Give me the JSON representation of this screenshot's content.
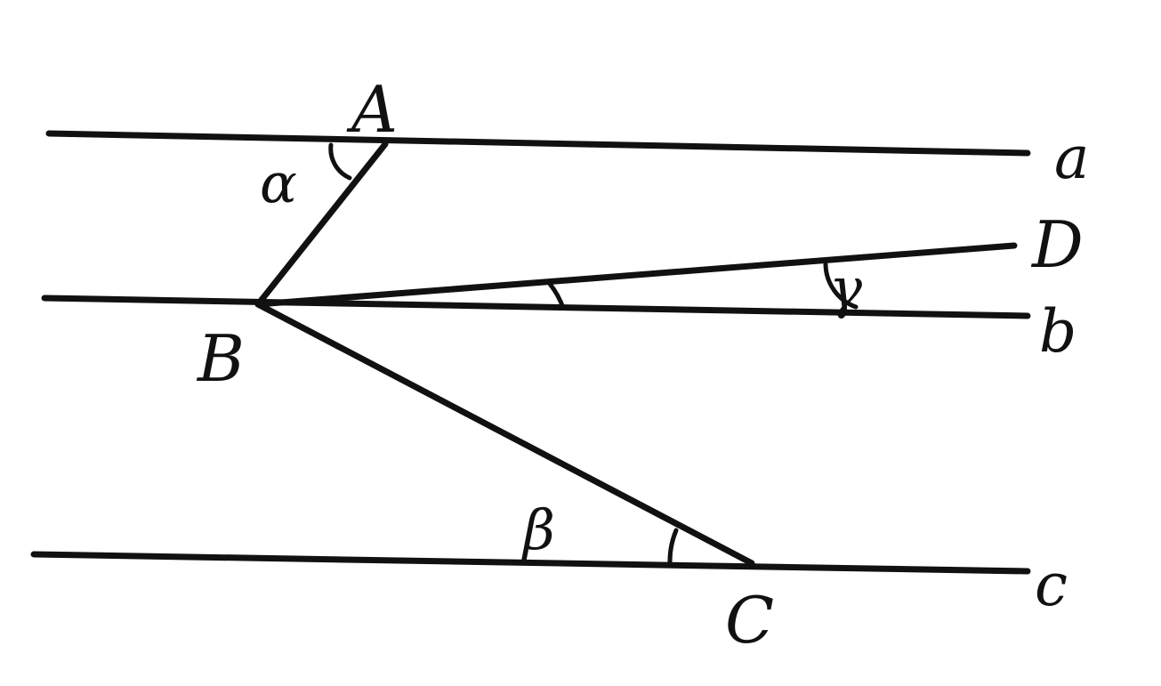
{
  "points": {
    "A": "A",
    "B": "B",
    "C": "C",
    "D": "D"
  },
  "lines": {
    "a": "a",
    "b": "b",
    "c": "c"
  },
  "angles": {
    "alpha": "α",
    "beta": "β",
    "gamma": "γ"
  },
  "colors": {
    "ink": "#111111",
    "background": "#ffffff"
  }
}
